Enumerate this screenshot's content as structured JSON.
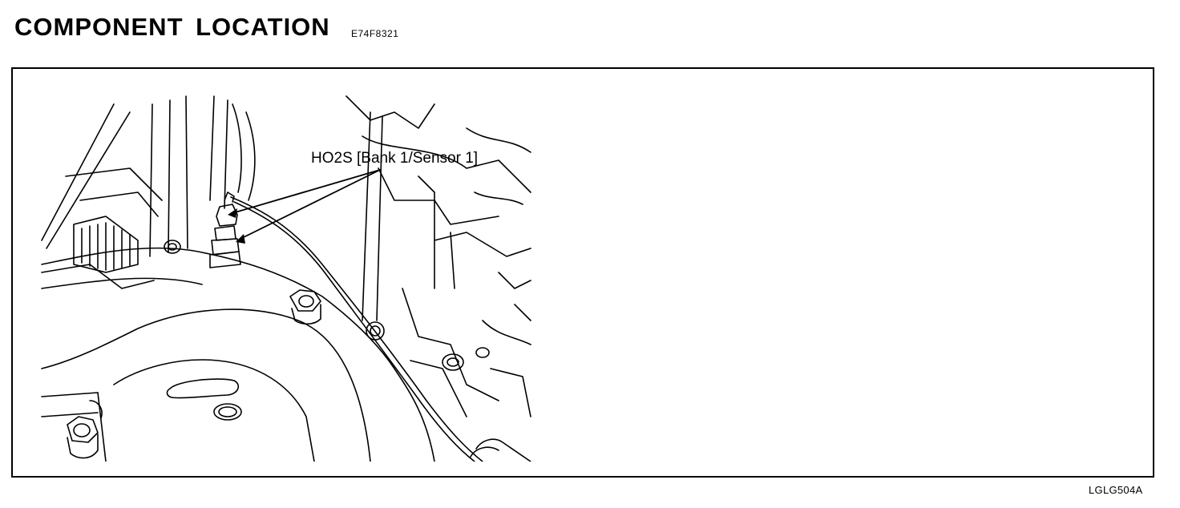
{
  "header": {
    "title": "COMPONENT LOCATION",
    "code": "E74F8321"
  },
  "figure": {
    "callout": "HO2S [Bank 1/Sensor 1]",
    "code": "LGLG504A"
  }
}
